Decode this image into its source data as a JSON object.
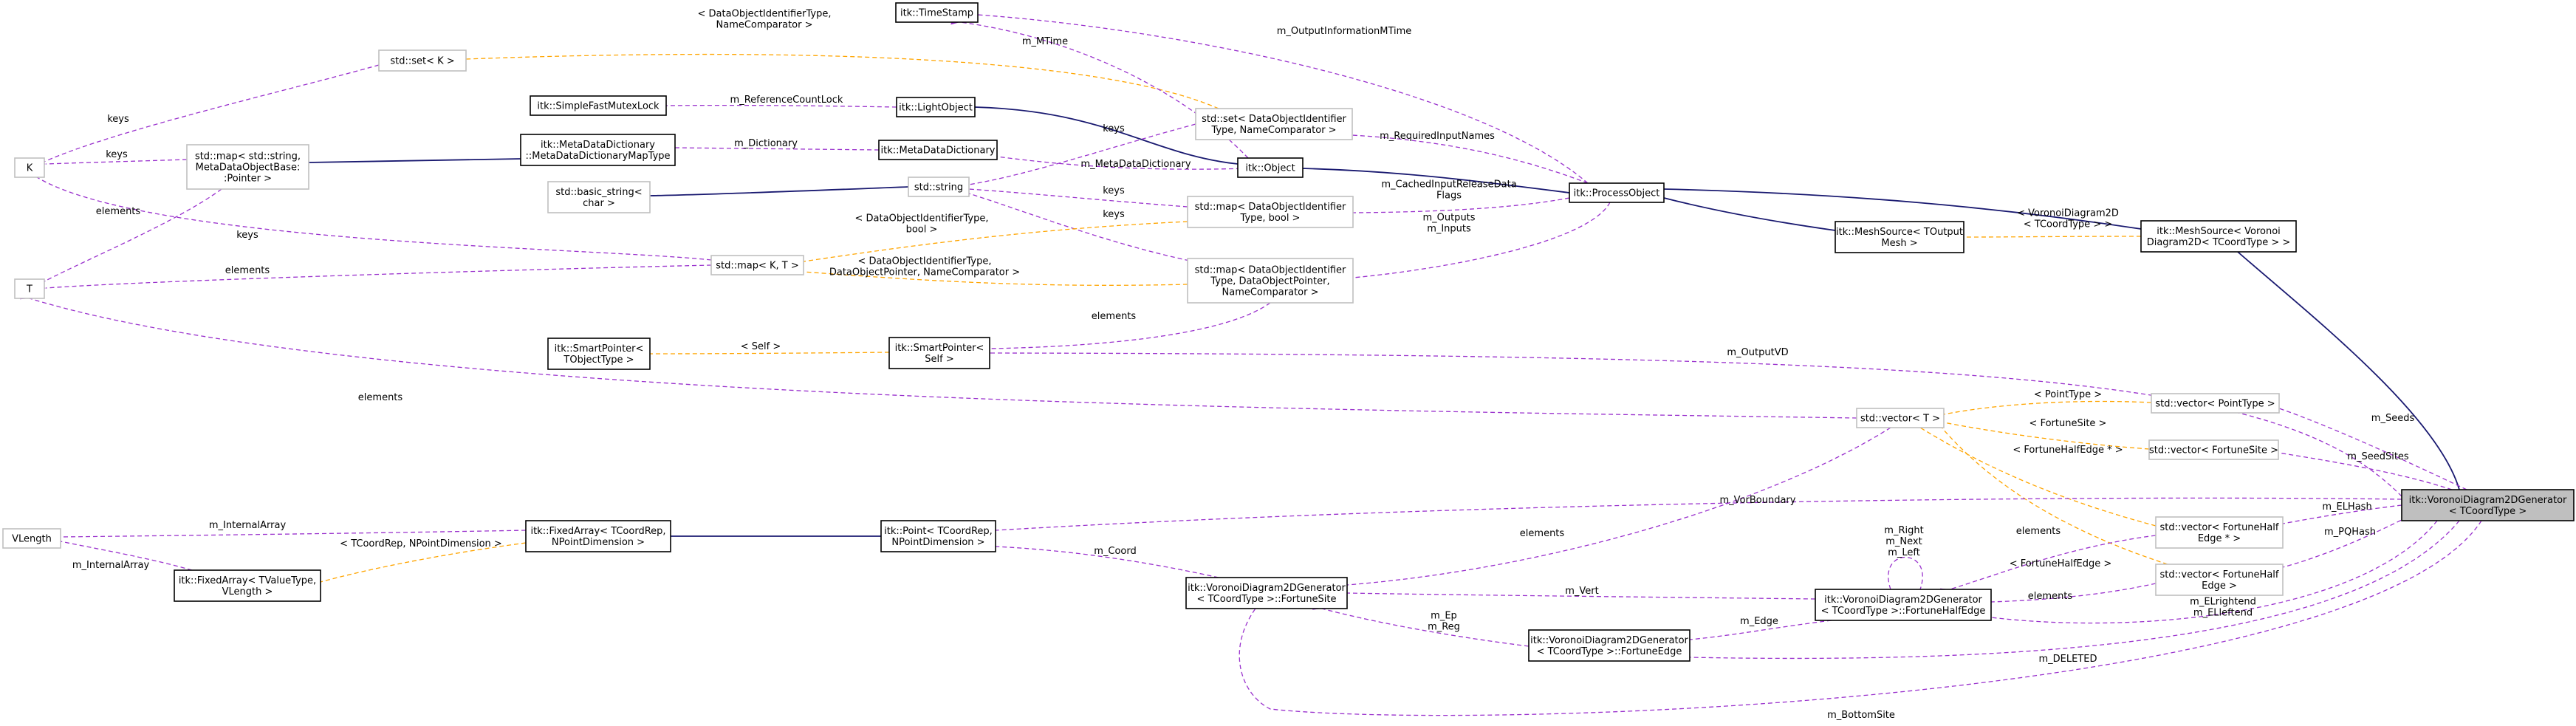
{
  "nodes": {
    "K": [
      "K"
    ],
    "T": [
      "T"
    ],
    "vlength": [
      "VLength"
    ],
    "set_k": [
      "std::set< K >"
    ],
    "map_string_base": [
      "std::map< std::string,",
      "MetaDataObjectBase:",
      ":Pointer >"
    ],
    "basic_string": [
      "std::basic_string<",
      "char >"
    ],
    "smartptr_tobject": [
      "itk::SmartPointer<",
      "TObjectType >"
    ],
    "fixedarray_tvalue": [
      "itk::FixedArray< TValueType,",
      "VLength >"
    ],
    "fixedarray_tcoord": [
      "itk::FixedArray< TCoordRep,",
      "NPointDimension >"
    ],
    "simple_fast_mutex": [
      "itk::SimpleFastMutexLock"
    ],
    "metadatadict_maptype": [
      "itk::MetaDataDictionary",
      "::MetaDataDictionaryMapType"
    ],
    "timestamp": [
      "itk::TimeStamp"
    ],
    "lightobject": [
      "itk::LightObject"
    ],
    "metadatadict": [
      "itk::MetaDataDictionary"
    ],
    "std_string": [
      "std::string"
    ],
    "map_k_t": [
      "std::map< K, T >"
    ],
    "smartptr_self": [
      "itk::SmartPointer<",
      "Self >"
    ],
    "point": [
      "itk::Point< TCoordRep,",
      "NPointDimension >"
    ],
    "fortune_site": [
      "itk::VoronoiDiagram2DGenerator",
      "< TCoordType >::FortuneSite"
    ],
    "fortune_edge": [
      "itk::VoronoiDiagram2DGenerator",
      "< TCoordType >::FortuneEdge"
    ],
    "set_doid": [
      "std::set< DataObjectIdentifier",
      "Type, NameComparator >"
    ],
    "map_doid_bool": [
      "std::map< DataObjectIdentifier",
      "Type, bool >"
    ],
    "map_doid_ptr": [
      "std::map< DataObjectIdentifier",
      "Type, DataObjectPointer,",
      "NameComparator >"
    ],
    "object": [
      "itk::Object"
    ],
    "processobject": [
      "itk::ProcessObject"
    ],
    "vector_t": [
      "std::vector< T >"
    ],
    "fortune_halfedge": [
      "itk::VoronoiDiagram2DGenerator",
      "< TCoordType >::FortuneHalfEdge"
    ],
    "meshsource_toutput": [
      "itk::MeshSource< TOutput",
      "Mesh >"
    ],
    "meshsource_voronoi": [
      "itk::MeshSource< Voronoi",
      "Diagram2D< TCoordType > >"
    ],
    "vector_pointtype": [
      "std::vector< PointType >"
    ],
    "vector_fortunesite": [
      "std::vector< FortuneSite >"
    ],
    "vector_halfedge_ptr": [
      "std::vector< FortuneHalf",
      "Edge * >"
    ],
    "vector_halfedge": [
      "std::vector< FortuneHalf",
      "Edge >"
    ],
    "voronoi_generator": [
      "itk::VoronoiDiagram2DGenerator",
      "< TCoordType >"
    ]
  },
  "edge_labels": {
    "keys": [
      "keys"
    ],
    "elements": [
      "elements"
    ],
    "m_internal_array": [
      "m_InternalArray"
    ],
    "doid_name_comparator": [
      "< DataObjectIdentifierType,",
      "NameComparator >"
    ],
    "m_reference_count_lock": [
      "m_ReferenceCountLock"
    ],
    "m_dictionary": [
      "m_Dictionary"
    ],
    "m_output_information_mtime": [
      "m_OutputInformationMTime"
    ],
    "m_mtime": [
      "m_MTime"
    ],
    "m_metadatadictionary": [
      "m_MetaDataDictionary"
    ],
    "m_required_input_names": [
      "m_RequiredInputNames"
    ],
    "m_cached_input_release": [
      "m_CachedInputReleaseData",
      "Flags"
    ],
    "m_outputs_inputs": [
      "m_Outputs",
      "m_Inputs"
    ],
    "doid_bool": [
      "< DataObjectIdentifierType,",
      "bool >"
    ],
    "doid_ptr_comparator": [
      "< DataObjectIdentifierType,",
      "DataObjectPointer, NameComparator >"
    ],
    "self": [
      "< Self >"
    ],
    "voronoi_tcoord": [
      "< VoronoiDiagram2D",
      "< TCoordType > >"
    ],
    "m_output_vd": [
      "m_OutputVD"
    ],
    "pointtype": [
      "< PointType >"
    ],
    "fortunesite": [
      "< FortuneSite >"
    ],
    "fortunehalfedge_ptr": [
      "< FortuneHalfEdge * >"
    ],
    "fortunehalfedge": [
      "< FortuneHalfEdge >"
    ],
    "tcoord_npointdim": [
      "< TCoordRep, NPointDimension >"
    ],
    "m_vor_boundary": [
      "m_VorBoundary"
    ],
    "m_coord": [
      "m_Coord"
    ],
    "m_right_next_left": [
      "m_Right",
      "m_Next",
      "m_Left"
    ],
    "m_vert": [
      "m_Vert"
    ],
    "m_edge": [
      "m_Edge"
    ],
    "m_ep_reg": [
      "m_Ep",
      "m_Reg"
    ],
    "m_seeds": [
      "m_Seeds"
    ],
    "m_seed_sites": [
      "m_SeedSites"
    ],
    "m_el_hash": [
      "m_ELHash"
    ],
    "m_pq_hash": [
      "m_PQHash"
    ],
    "m_el_rightend_leftend": [
      "m_ELrightend",
      "m_ELleftend"
    ],
    "m_deleted": [
      "m_DELETED"
    ],
    "m_bottom_site": [
      "m_BottomSite"
    ]
  },
  "colors": {
    "inheritance": "#191970",
    "usage": "#9a32cd",
    "template": "#ffa500",
    "node_border_documented": "#000000",
    "node_border_undocumented": "#bfbfbf",
    "highlight_fill": "#bfbfbf"
  }
}
